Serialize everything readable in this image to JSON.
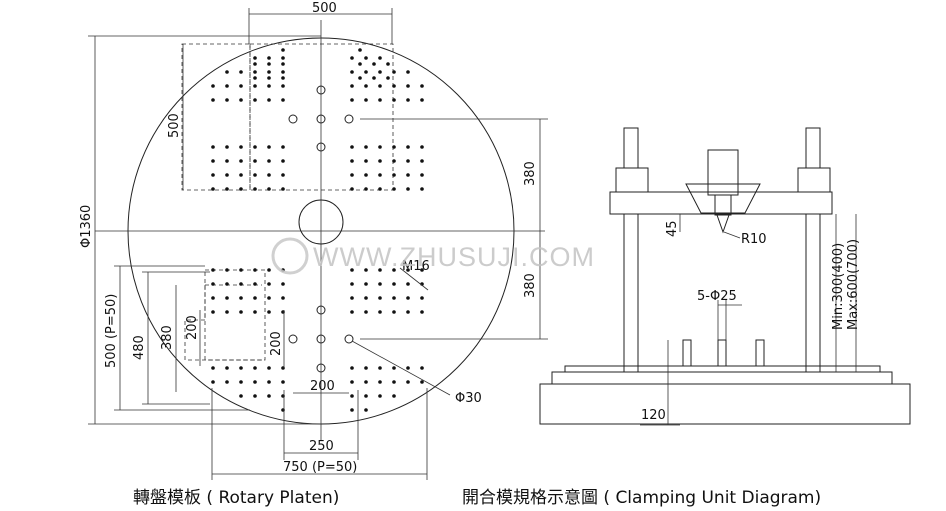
{
  "rotary_platen": {
    "caption": "轉盤模板 ( Rotary  Platen)",
    "dims": {
      "top_width": "500",
      "left_height_upper": "500",
      "diameter": "Φ1360",
      "right_upper": "380",
      "right_lower": "380",
      "thread": "M16",
      "left_500p": "500 (P=50)",
      "left_480": "480",
      "left_380": "380",
      "left_200": "200",
      "inner_200_v": "200",
      "inner_200_h": "200",
      "hole": "Φ30",
      "bottom_250": "250",
      "bottom_750": "750 (P=50)"
    }
  },
  "clamping_unit": {
    "caption": "開合模規格示意圖 ( Clamping  Unit Diagram)",
    "dims": {
      "d45": "45",
      "r10": "R10",
      "stroke_range": "Min:300(400)\nMax:600(700)",
      "stroke_min": "Min:300(400)",
      "stroke_max": "Max:600(700)",
      "pins": "5-Φ25",
      "d120": "120"
    }
  },
  "watermark": {
    "text": "WWW.ZHUSUJI.COM"
  }
}
